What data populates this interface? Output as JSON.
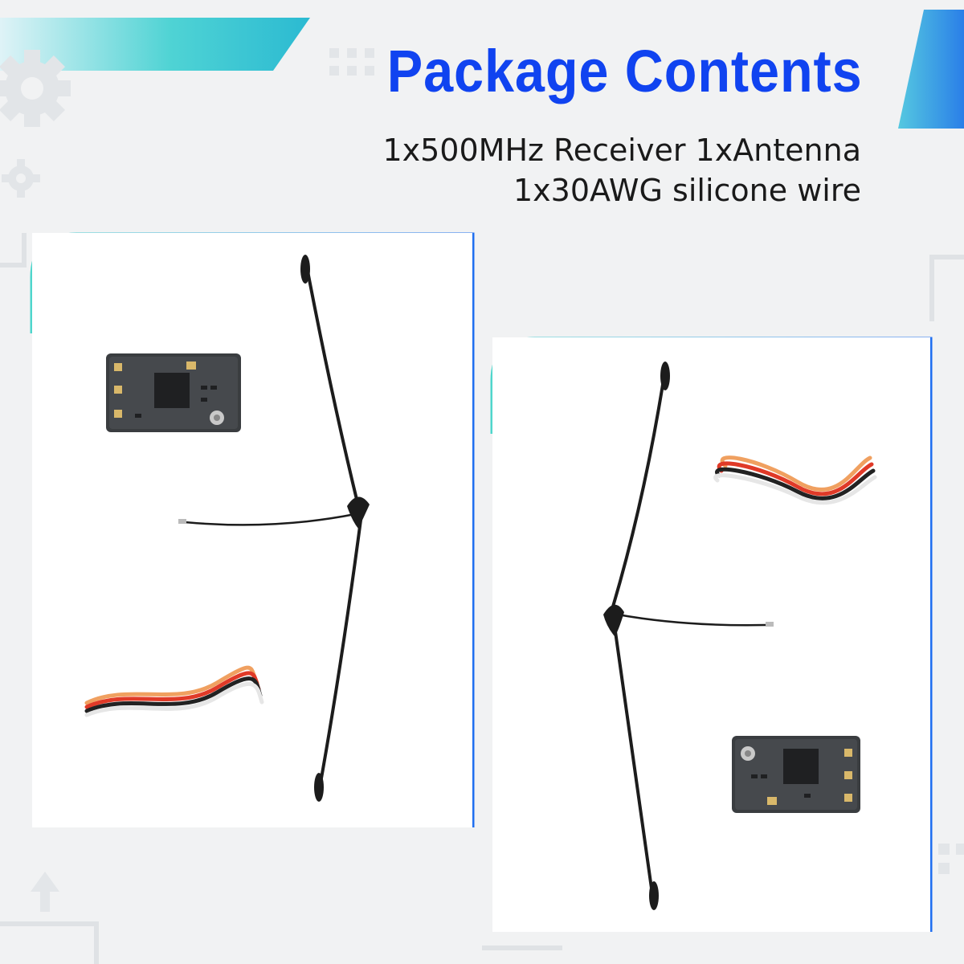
{
  "header": {
    "title": "Package Contents",
    "line1": "1x500MHz Receiver 1xAntenna",
    "line2": "1x30AWG silicone wire"
  },
  "colors": {
    "title": "#1043f0",
    "frame_start": "#4fd6cc",
    "frame_end": "#1f6ff0",
    "antenna": "#1c1c1c",
    "pcb": "#3a3d40"
  },
  "icons": [
    "gear-icon",
    "up-arrow-icon"
  ]
}
